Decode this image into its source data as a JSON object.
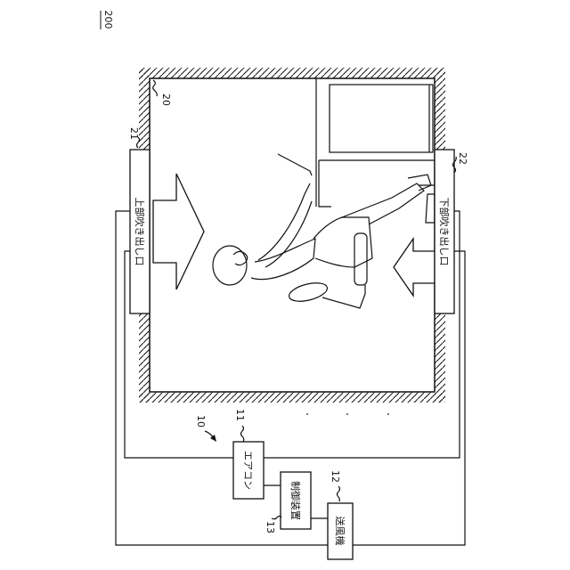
{
  "figure_number": "200",
  "reference_numerals": {
    "system": "10",
    "aircon": "11",
    "fan": "12",
    "controller": "13",
    "room": "20",
    "upper_outlet": "21",
    "lower_outlet": "22"
  },
  "components": {
    "upper_outlet": "上部吹き出し口",
    "lower_outlet": "下部吹き出し口",
    "aircon": "エアコン",
    "controller": "制御装置",
    "fan": "送風機"
  }
}
